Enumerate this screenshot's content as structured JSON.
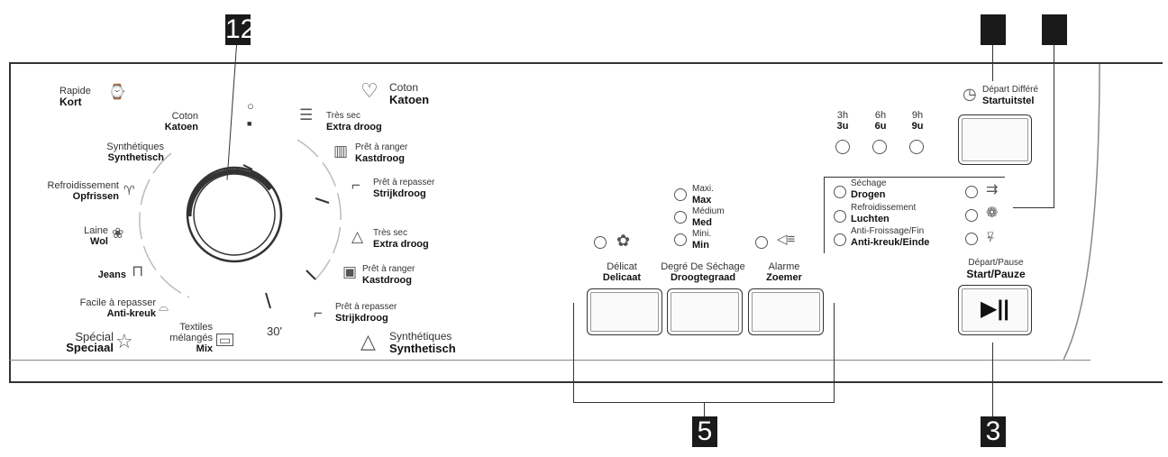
{
  "callouts": {
    "c12": "12",
    "c5": "5",
    "c3": "3"
  },
  "dial": {
    "off_symbol": "○",
    "on_symbol": "■",
    "duration_30": "30'"
  },
  "programs": {
    "rapide": {
      "fr": "Rapide",
      "nl": "Kort"
    },
    "coton_dial": {
      "fr": "Coton",
      "nl": "Katoen"
    },
    "synthetiques_dial": {
      "fr": "Synthétiques",
      "nl": "Synthetisch"
    },
    "refroidissement": {
      "fr": "Refroidissement",
      "nl": "Opfrissen"
    },
    "laine": {
      "fr": "Laine",
      "nl": "Wol"
    },
    "jeans": {
      "nl": "Jeans"
    },
    "facile": {
      "fr": "Facile à repasser",
      "nl": "Anti-kreuk"
    },
    "special": {
      "fr": "Spécial",
      "nl": "Speciaal"
    },
    "textiles": {
      "fr1": "Textiles",
      "fr2": "mélangés",
      "nl": "Mix"
    },
    "coton_group": {
      "fr": "Coton",
      "nl": "Katoen"
    },
    "tres_sec_1": {
      "fr": "Très sec",
      "nl": "Extra droog"
    },
    "pret_ranger_1": {
      "fr": "Prêt à ranger",
      "nl": "Kastdroog"
    },
    "pret_repasser_1": {
      "fr": "Prêt à repasser",
      "nl": "Strijkdroog"
    },
    "tres_sec_2": {
      "fr": "Très sec",
      "nl": "Extra droog"
    },
    "pret_ranger_2": {
      "fr": "Prêt à ranger",
      "nl": "Kastdroog"
    },
    "pret_repasser_2": {
      "fr": "Prêt à repasser",
      "nl": "Strijkdroog"
    },
    "synth_group": {
      "fr": "Synthétiques",
      "nl": "Synthetisch"
    }
  },
  "dryness_levels": {
    "maxi": {
      "fr": "Maxi.",
      "nl": "Max"
    },
    "medium": {
      "fr": "Médium",
      "nl": "Med"
    },
    "mini": {
      "fr": "Mini.",
      "nl": "Min"
    }
  },
  "buttons": {
    "delicat": {
      "fr": "Délicat",
      "nl": "Delicaat"
    },
    "degre": {
      "fr": "Degré De Séchage",
      "nl": "Droogtegraad"
    },
    "alarme": {
      "fr": "Alarme",
      "nl": "Zoemer"
    },
    "depart_differe": {
      "fr": "Départ Différé",
      "nl": "Startuitstel"
    },
    "start": {
      "fr": "Départ/Pause",
      "nl": "Start/Pauze",
      "symbol": "▶||"
    }
  },
  "delay": [
    {
      "fr": "3h",
      "nl": "3u"
    },
    {
      "fr": "6h",
      "nl": "6u"
    },
    {
      "fr": "9h",
      "nl": "9u"
    }
  ],
  "phases": {
    "sechage": {
      "fr": "Séchage",
      "nl": "Drogen"
    },
    "refroid": {
      "fr": "Refroidissement",
      "nl": "Luchten"
    },
    "antifroissage": {
      "fr": "Anti-Froissage/Fin",
      "nl": "Anti-kreuk/Einde"
    }
  },
  "icons": {
    "delicate": "flower-icon",
    "alarm": "speaker-icon",
    "timer": "clock-icon",
    "water": "water-container-icon",
    "filter": "filter-icon",
    "condenser": "condenser-icon"
  }
}
